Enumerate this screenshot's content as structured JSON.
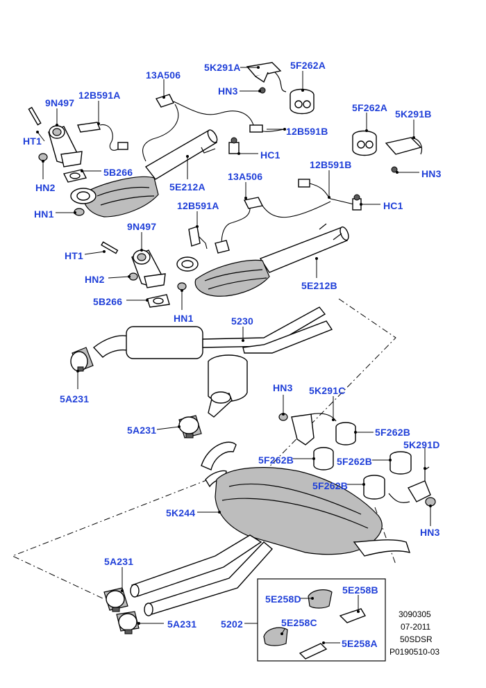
{
  "labels": {
    "5K291A": "5K291A",
    "5F262A_1": "5F262A",
    "13A506_1": "13A506",
    "HN3_1": "HN3",
    "12B591A_1": "12B591A",
    "9N497_1": "9N497",
    "HT1_1": "HT1",
    "HN2_1": "HN2",
    "12B591B_1": "12B591B",
    "HC1_1": "HC1",
    "5F262A_2": "5F262A",
    "5K291B": "5K291B",
    "HN3_2": "HN3",
    "5B266_1": "5B266",
    "5E212A": "5E212A",
    "12B591B_2": "12B591B",
    "13A506_2": "13A506",
    "HC1_2": "HC1",
    "HN1_1": "HN1",
    "12B591A_2": "12B591A",
    "9N497_2": "9N497",
    "HT1_2": "HT1",
    "HN2_2": "HN2",
    "5E212B": "5E212B",
    "5B266_2": "5B266",
    "HN1_2": "HN1",
    "5230": "5230",
    "5A231_1": "5A231",
    "HN3_3": "HN3",
    "5K291C": "5K291C",
    "5A231_2": "5A231",
    "5F262B_1": "5F262B",
    "5K291D": "5K291D",
    "5F262B_2": "5F262B",
    "5F262B_3": "5F262B",
    "5F262B_4": "5F262B",
    "5K244": "5K244",
    "HN3_4": "HN3",
    "5A231_3": "5A231",
    "5E258D": "5E258D",
    "5E258B": "5E258B",
    "5A231_4": "5A231",
    "5202": "5202",
    "5E258C": "5E258C",
    "5E258A": "5E258A"
  },
  "footer": {
    "line1": "3090305",
    "line2": "07-2011",
    "line3": "50SDSR",
    "line4": "P0190510-03"
  },
  "colors": {
    "label": "#1f3fd8",
    "lines": "#000000",
    "shading": "#bdbdbd"
  }
}
